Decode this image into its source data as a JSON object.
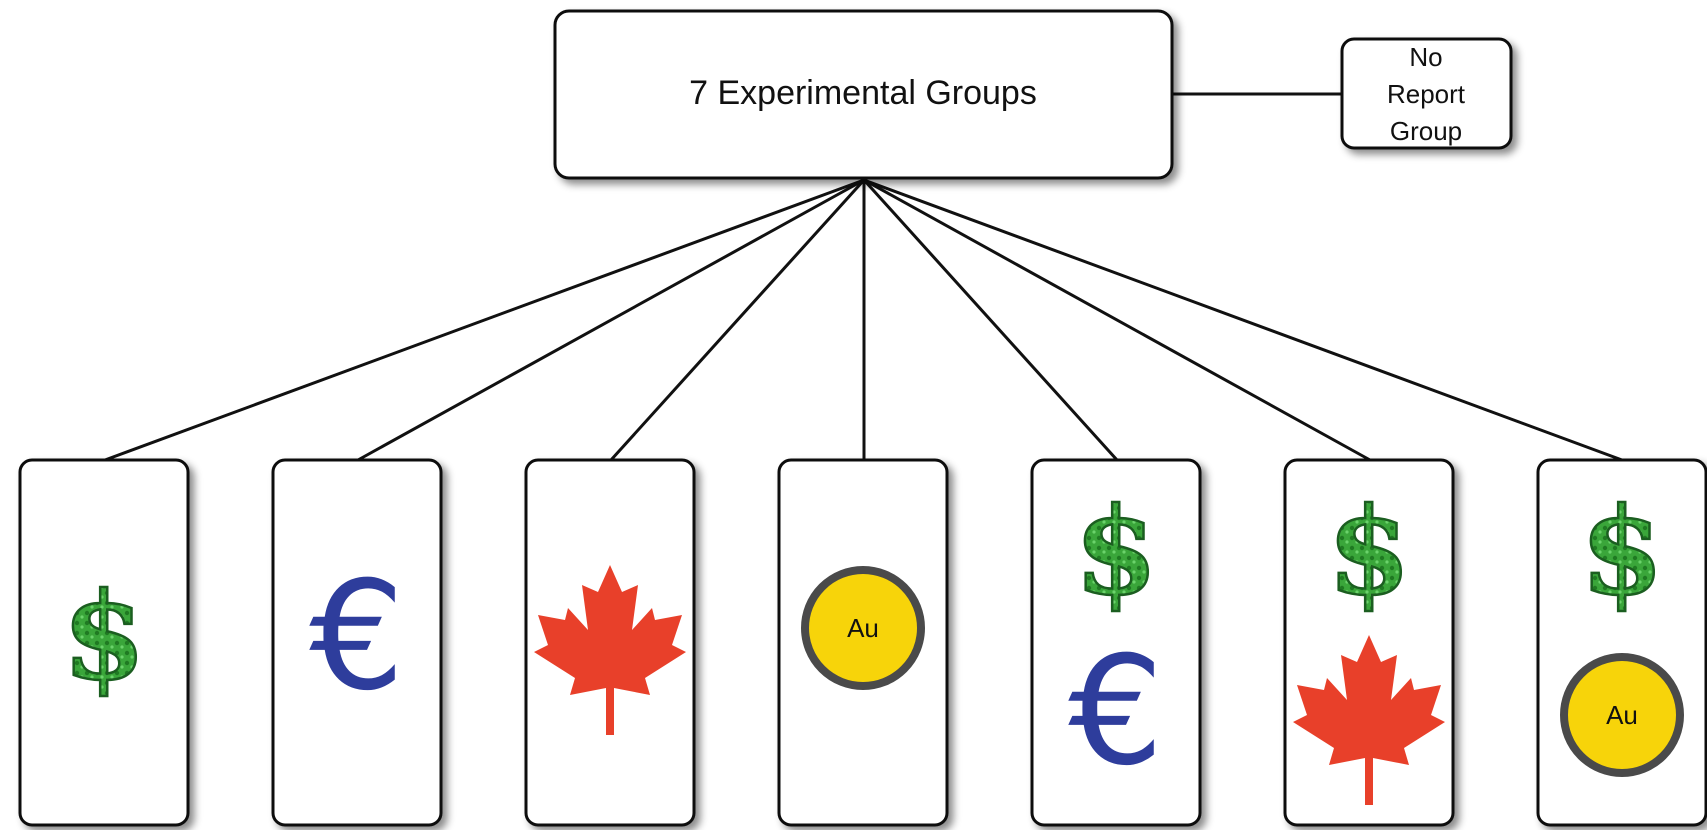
{
  "root": {
    "label": "7 Experimental Groups"
  },
  "side_node": {
    "lines": [
      "No",
      "Report",
      "Group"
    ]
  },
  "groups": [
    {
      "symbols": [
        "dollar"
      ]
    },
    {
      "symbols": [
        "euro"
      ]
    },
    {
      "symbols": [
        "maple-leaf"
      ]
    },
    {
      "symbols": [
        "gold-coin"
      ]
    },
    {
      "symbols": [
        "dollar",
        "euro"
      ]
    },
    {
      "symbols": [
        "dollar",
        "maple-leaf"
      ]
    },
    {
      "symbols": [
        "dollar",
        "gold-coin"
      ]
    }
  ],
  "gold_label": "Au",
  "colors": {
    "dollar": "#3aa63a",
    "euro": "#2e3d9c",
    "maple_leaf": "#e8402a",
    "gold_fill": "#f7d40a",
    "gold_ring": "#4a4a4a"
  }
}
